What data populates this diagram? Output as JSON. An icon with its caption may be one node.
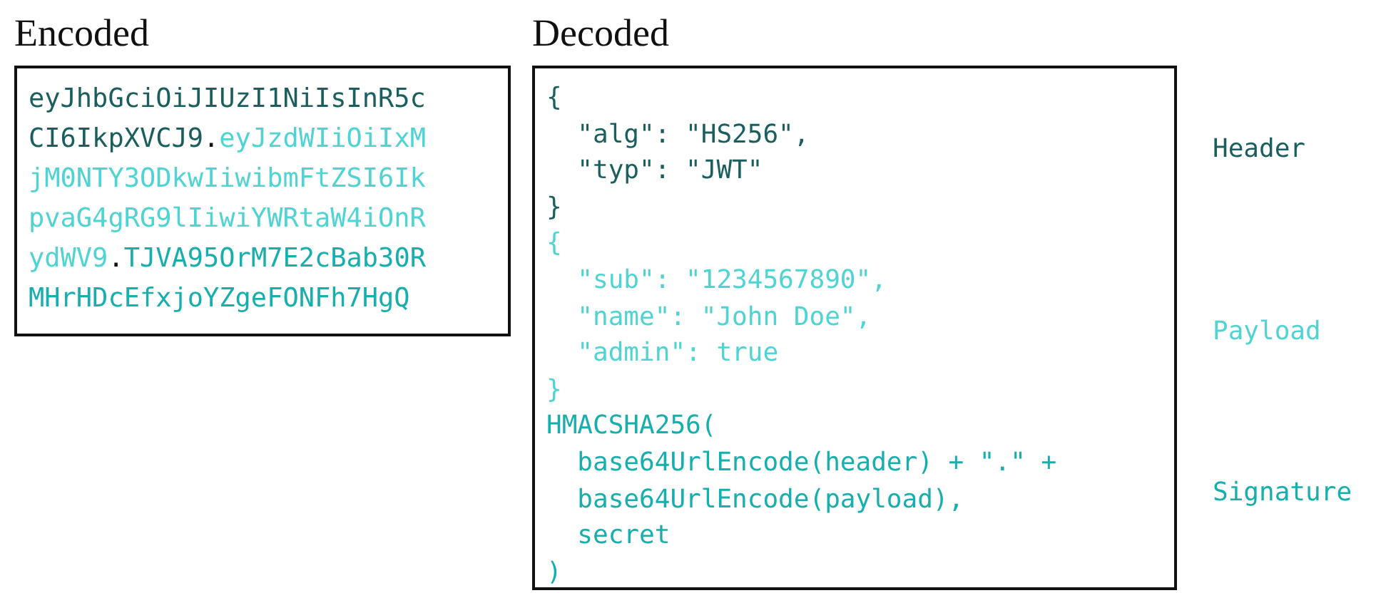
{
  "diagram": {
    "nodes": [
      {
        "text": [
          "Encoded",
          "eyJhbGciOiJIUzI1NiIsInR5cCI6IkpXVCJ9",
          ".",
          "eyJzdWIiOiIxMjM0NTY3ODkwIiwibmFtZSI6IkpvaG4gRG9lIiwiYWRtaW4iOnRydWV9",
          ".",
          "TJVA95OrM7E2cBab30RMHrHDcEfxjoYZgeFONFh7HgQ"
        ]
      },
      {
        "text": [
          "Decoded",
          "{",
          "\"alg\": \"HS256\",",
          "\"typ\": \"JWT\"",
          "}",
          "{",
          "\"sub\": \"1234567890\",",
          "\"name\": \"John Doe\",",
          "\"admin\": true",
          "}",
          "HMACSHA256(",
          "base64UrlEncode(header) + \".\" +",
          "base64UrlEncode(payload),",
          "secret",
          ")"
        ]
      }
    ],
    "labels": [
      "Header",
      "Payload",
      "Signature"
    ]
  }
}
